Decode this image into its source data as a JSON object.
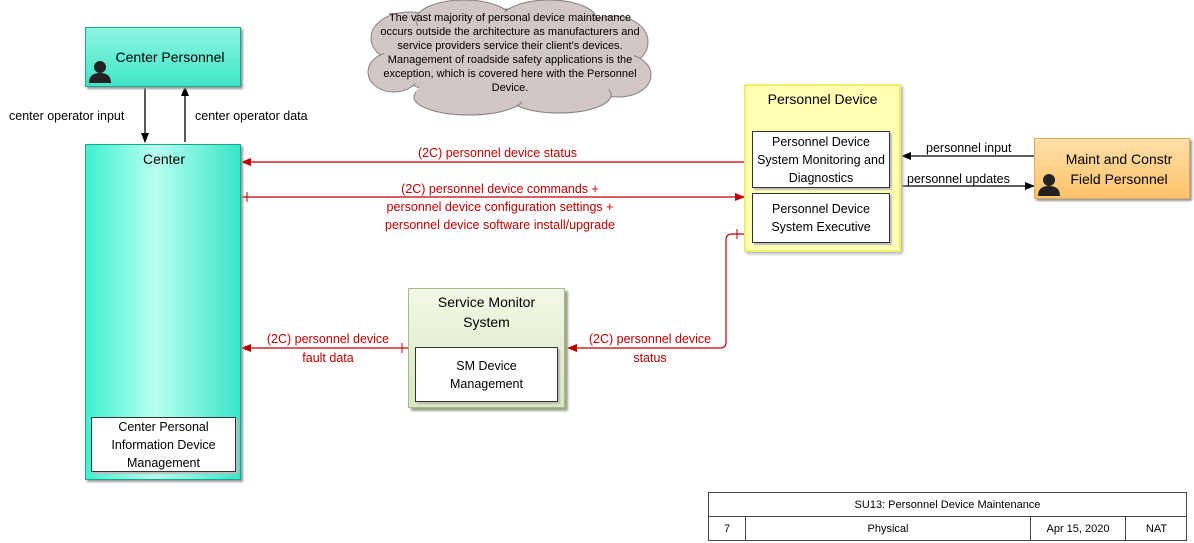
{
  "nodes": {
    "center_personnel": "Center Personnel",
    "center": "Center",
    "center_pidm": "Center Personal Information Device Management",
    "personnel_device": "Personnel Device",
    "pd_monitoring": "Personnel Device System Monitoring and Diagnostics",
    "pd_executive": "Personnel Device System Executive",
    "service_monitor": "Service Monitor System",
    "sm_device_mgmt": "SM Device Management",
    "field_personnel": "Maint and Constr Field Personnel"
  },
  "flows": {
    "center_operator_input": "center operator input",
    "center_operator_data": "center operator data",
    "pd_status_top": "(2C) personnel device status",
    "pd_commands_1": "(2C) personnel device commands +",
    "pd_commands_2": "personnel device configuration settings +",
    "pd_commands_3": "personnel device software install/upgrade",
    "fault_data_1": "(2C) personnel device",
    "fault_data_2": "fault data",
    "pd_status_sm_1": "(2C) personnel device",
    "pd_status_sm_2": "status",
    "personnel_input": "personnel input",
    "personnel_updates": "personnel updates"
  },
  "note": "The vast majority of personal device maintenance occurs outside the architecture as manufacturers and service providers service their client's devices.  Management of roadside safety applications is the exception, which is covered here with the Personnel Device.",
  "footer": {
    "title": "SU13: Personnel Device Maintenance",
    "number": "7",
    "view": "Physical",
    "date": "Apr 15, 2020",
    "scope": "NAT"
  },
  "colors": {
    "flow_red": "#c00000",
    "flow_black": "#000000"
  }
}
